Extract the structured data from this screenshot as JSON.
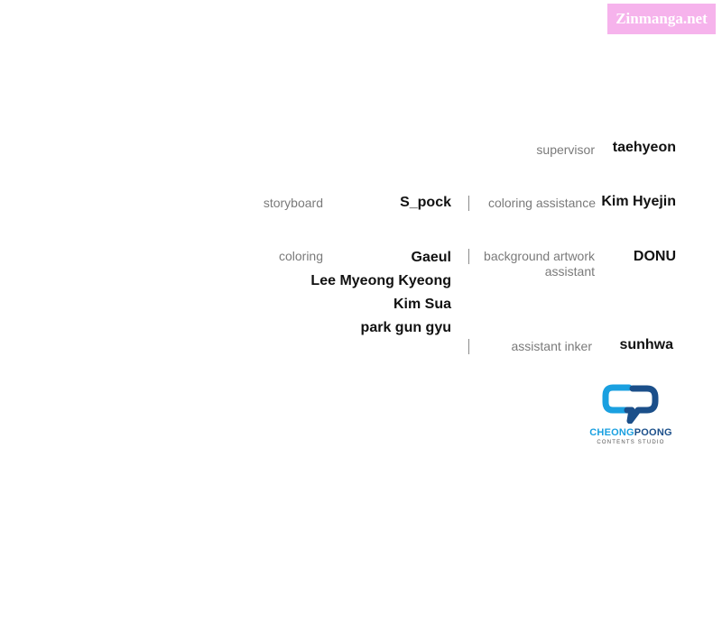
{
  "watermark": {
    "text": "Zinmanga.net"
  },
  "credits": {
    "supervisor": {
      "role": "supervisor",
      "name": "taehyeon"
    },
    "storyboard": {
      "role": "storyboard",
      "name": "S_pock"
    },
    "coloring_assistance": {
      "role": "coloring assistance",
      "name": "Kim Hyejin"
    },
    "coloring": {
      "role": "coloring",
      "names": [
        "Gaeul",
        "Lee Myeong Kyeong",
        "Kim Sua",
        "park gun gyu"
      ]
    },
    "background_artwork_assistant": {
      "role_line1": "background artwork",
      "role_line2": "assistant",
      "name": "DONU"
    },
    "assistant_inker": {
      "role": "assistant inker",
      "name": "sunhwa"
    }
  },
  "logo": {
    "word_part1": "CHEONG",
    "word_part2": "POONG",
    "subtitle": "CONTENTS STUDIO",
    "colors": {
      "light_blue": "#1aa0e0",
      "dark_blue": "#1b4f8a"
    }
  }
}
